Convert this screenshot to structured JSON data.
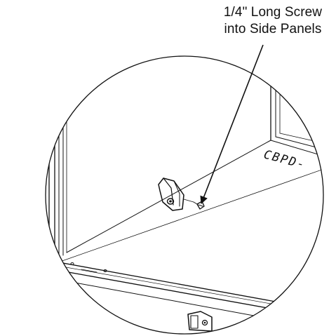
{
  "callout": {
    "line1": "1/4\" Long Screw",
    "line2": "into Side Panels"
  },
  "stamp_text": "CBPD-",
  "colors": {
    "ink": "#111111",
    "background": "#ffffff"
  }
}
